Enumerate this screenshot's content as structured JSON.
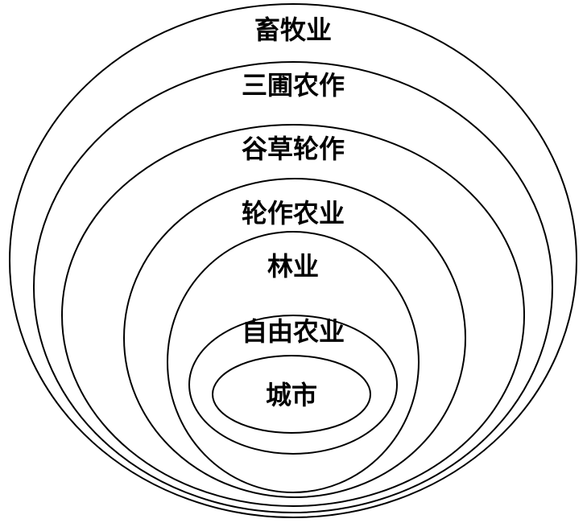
{
  "rings": [
    {
      "label": "畜牧业"
    },
    {
      "label": "三圃农作"
    },
    {
      "label": "谷草轮作"
    },
    {
      "label": "轮作农业"
    },
    {
      "label": "林业"
    },
    {
      "label": "自由农业"
    },
    {
      "label": "城市"
    }
  ],
  "colors": {
    "stroke": "#000000",
    "text": "#000000",
    "background": "#ffffff"
  }
}
